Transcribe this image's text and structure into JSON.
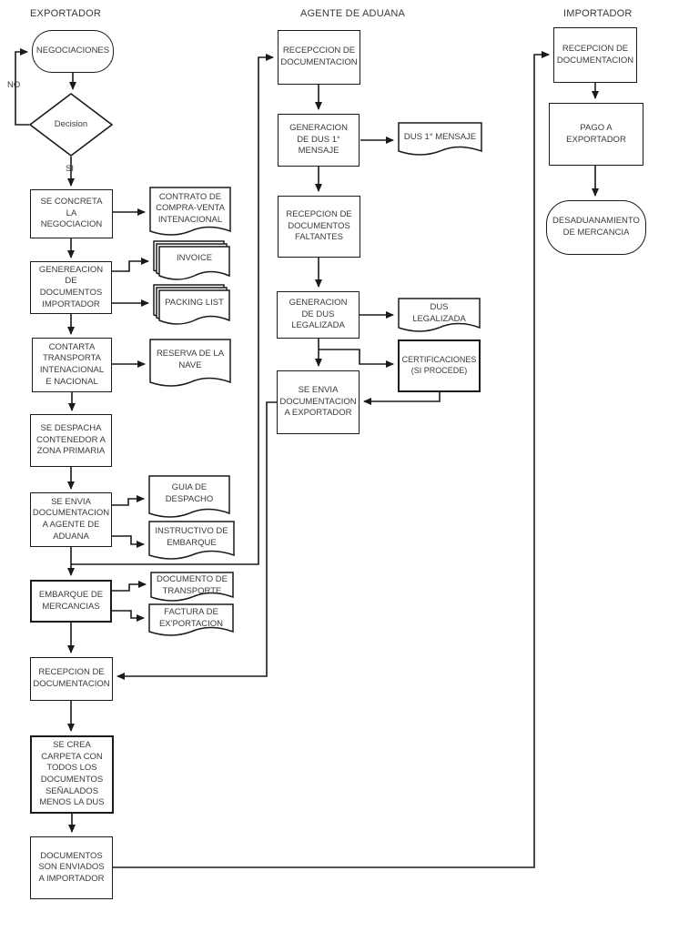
{
  "colors": {
    "line": "#1a1a1a",
    "text": "#3a3a3a",
    "background": "#ffffff"
  },
  "headers": {
    "exportador": "EXPORTADOR",
    "agente": "AGENTE DE ADUANA",
    "importador": "IMPORTADOR"
  },
  "branch_labels": {
    "no": "NO",
    "si": "SI"
  },
  "exportador": {
    "negociaciones": "NEGOCIACIONES",
    "decision": "Decision",
    "se_concreta": "SE CONCRETA\nLA\nNEGOCIACION",
    "contrato": "CONTRATO DE\nCOMPRA-VENTA\nINTENACIONAL",
    "genereacion_docs": "GENEREACION\nDE\nDOCUMENTOS\nIMPORTADOR",
    "invoice": "INVOICE",
    "packing_list": "PACKING LIST",
    "contarta": "CONTARTA\nTRANSPORTA\nINTENACIONAL\nE NACIONAL",
    "reserva": "RESERVA DE LA\nNAVE",
    "se_despacha": "SE DESPACHA\nCONTENEDOR A\nZONA PRIMARIA",
    "se_envia_agente": "SE ENVIA\nDOCUMENTACION\nA AGENTE DE\nADUANA",
    "guia": "GUIA DE\nDESPACHO",
    "instructivo": "INSTRUCTIVO DE\nEMBARQUE",
    "embarque": "EMBARQUE DE\nMERCANCIAS",
    "doc_transporte": "DOCUMENTO DE\nTRANSPORTE",
    "factura": "FACTURA DE\nEX'PORTACION",
    "recepcion": "RECEPCION DE\nDOCUMENTACION",
    "se_crea": "SE CREA\nCARPETA CON\nTODOS LOS\nDOCUMENTOS\nSEÑALADOS\nMENOS LA DUS",
    "docs_enviados": "DOCUMENTOS\nSON ENVIADOS\nA IMPORTADOR"
  },
  "agente": {
    "recepccion": "RECEPCCION DE\nDOCUMENTACION",
    "generacion_dus1": "GENERACION\nDE DUS 1°\nMENSAJE",
    "dus1_mensaje": "DUS 1° MENSAJE",
    "recepcion_faltantes": "RECEPCION DE\nDOCUMENTOS\nFALTANTES",
    "generacion_dus_legalizada": "GENERACION\nDE DUS\nLEGALIZADA",
    "dus_legalizada": "DUS\nLEGALIZADA",
    "certificaciones": "CERTIFICACIONES\n(SI PROCEDE)",
    "se_envia_exportador": "SE ENVIA\nDOCUMENTACION\nA EXPORTADOR"
  },
  "importador": {
    "recepcion": "RECEPCION DE\nDOCUMENTACION",
    "pago": "PAGO A\nEXPORTADOR",
    "desaduanamiento": "DESADUANAMIENTO\nDE MERCANCIA"
  }
}
